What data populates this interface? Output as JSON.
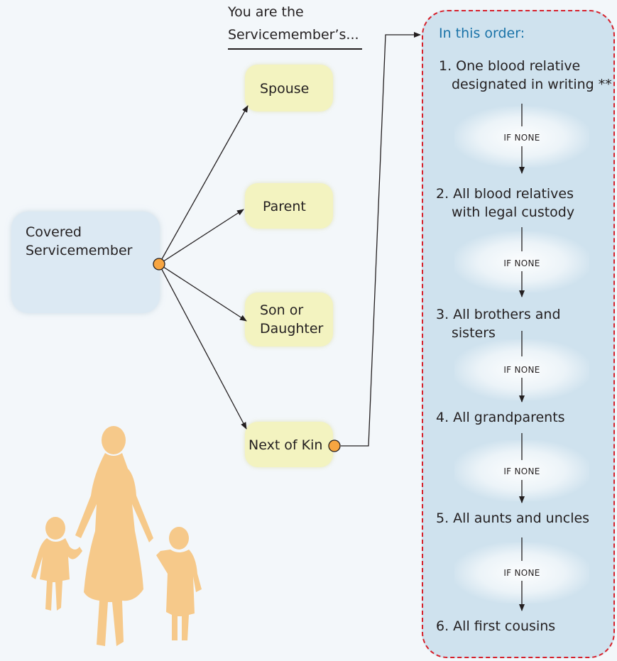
{
  "heading": {
    "line1": "You are the",
    "line2": "Servicemember’s..."
  },
  "source": {
    "line1": "Covered",
    "line2": "Servicemember"
  },
  "relationships": [
    {
      "line1": "Spouse",
      "line2": ""
    },
    {
      "line1": "Parent",
      "line2": ""
    },
    {
      "line1": "Son or",
      "line2": "Daughter"
    },
    {
      "line1": "Next of Kin",
      "line2": ""
    }
  ],
  "order": {
    "title": "In this order:",
    "connector_label": "IF NONE",
    "steps": [
      {
        "line1": "1. One blood relative",
        "line2": "designated in writing **"
      },
      {
        "line1": "2. All blood relatives",
        "line2": "with legal custody"
      },
      {
        "line1": "3. All brothers and",
        "line2": "sisters"
      },
      {
        "line1": "4. All grandparents",
        "line2": ""
      },
      {
        "line1": "5. All aunts and uncles",
        "line2": ""
      },
      {
        "line1": "6. All first cousins",
        "line2": ""
      }
    ]
  },
  "colors": {
    "accent_title": "#1a73a8",
    "dashed_border": "#d6202b",
    "node_dot": "#f7a541",
    "silhouette": "#f6c98a"
  }
}
